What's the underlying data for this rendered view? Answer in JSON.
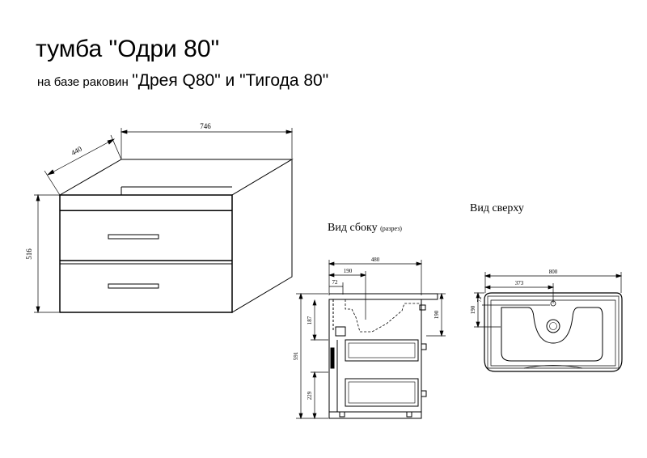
{
  "header": {
    "title": "тумба \"Одри 80\"",
    "subtitle_prefix": "на базе раковин",
    "subtitle_models": "\"Дрея Q80\" и \"Тигода 80\""
  },
  "iso_view": {
    "width_dim": "746",
    "depth_dim": "440",
    "height_dim": "516"
  },
  "side_view": {
    "label": "Вид сбоку",
    "label_note": "(разрез)",
    "depth_dim": "480",
    "offset_dim": "190",
    "top_gap_dim": "72",
    "right_dim": "190",
    "total_height_dim": "591",
    "upper_dim": "187",
    "lower_dim": "229"
  },
  "top_view": {
    "label": "Вид сверху",
    "width_dim": "800",
    "center_dim": "373",
    "depth_dim": "190",
    "small_dim": "72"
  }
}
